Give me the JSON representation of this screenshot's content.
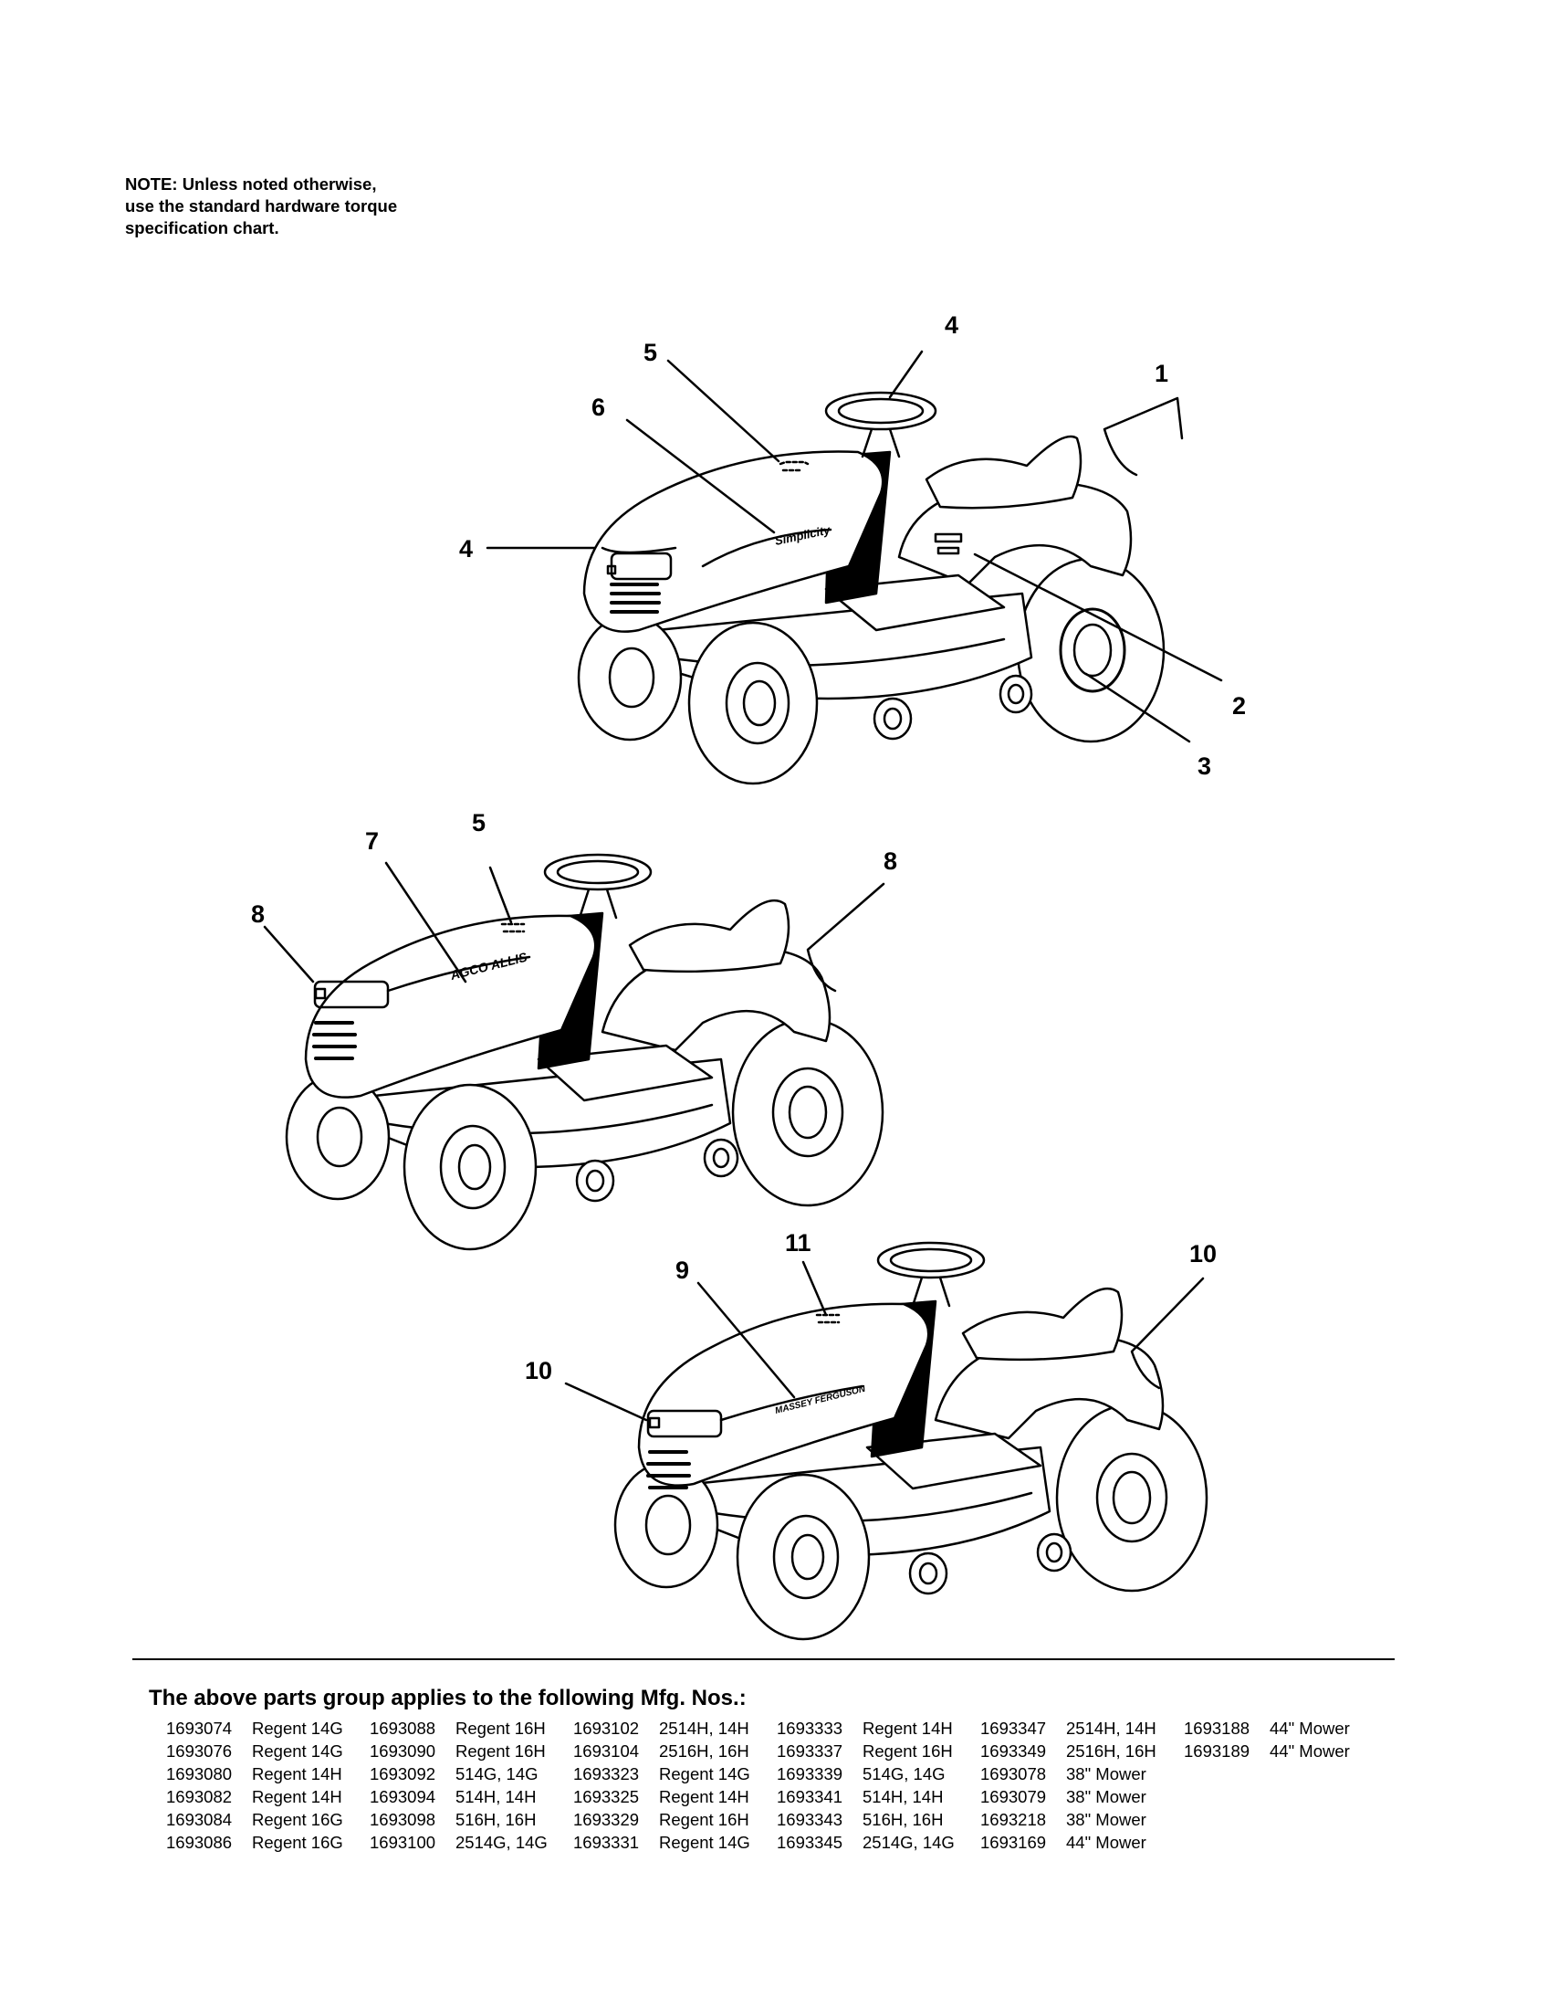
{
  "note": {
    "line1": "NOTE: Unless noted otherwise,",
    "line2": "use the standard hardware torque",
    "line3": "specification chart."
  },
  "callouts": {
    "top": [
      "4",
      "5",
      "1",
      "6",
      "4",
      "2",
      "3"
    ],
    "middle": [
      "5",
      "7",
      "8",
      "8"
    ],
    "bottom": [
      "11",
      "10",
      "9",
      "10"
    ]
  },
  "decals": {
    "simplicity": "Simplicity",
    "agco": "AGCO ALLIS",
    "massey": "MASSEY FERGUSON"
  },
  "applies_title": "The above parts group applies to the following Mfg. Nos.:",
  "mfg_columns": [
    [
      {
        "num": "1693074",
        "model": "Regent 14G"
      },
      {
        "num": "1693076",
        "model": "Regent 14G"
      },
      {
        "num": "1693080",
        "model": "Regent 14H"
      },
      {
        "num": "1693082",
        "model": "Regent 14H"
      },
      {
        "num": "1693084",
        "model": "Regent 16G"
      },
      {
        "num": "1693086",
        "model": "Regent 16G"
      }
    ],
    [
      {
        "num": "1693088",
        "model": "Regent 16H"
      },
      {
        "num": "1693090",
        "model": "Regent 16H"
      },
      {
        "num": "1693092",
        "model": "514G, 14G"
      },
      {
        "num": "1693094",
        "model": "514H, 14H"
      },
      {
        "num": "1693098",
        "model": "516H, 16H"
      },
      {
        "num": "1693100",
        "model": "2514G, 14G"
      }
    ],
    [
      {
        "num": "1693102",
        "model": "2514H, 14H"
      },
      {
        "num": "1693104",
        "model": "2516H, 16H"
      },
      {
        "num": "1693323",
        "model": "Regent 14G"
      },
      {
        "num": "1693325",
        "model": "Regent 14H"
      },
      {
        "num": "1693329",
        "model": "Regent 16H"
      },
      {
        "num": "1693331",
        "model": "Regent 14G"
      }
    ],
    [
      {
        "num": "1693333",
        "model": "Regent 14H"
      },
      {
        "num": "1693337",
        "model": "Regent 16H"
      },
      {
        "num": "1693339",
        "model": "514G, 14G"
      },
      {
        "num": "1693341",
        "model": "514H, 14H"
      },
      {
        "num": "1693343",
        "model": "516H, 16H"
      },
      {
        "num": "1693345",
        "model": "2514G, 14G"
      }
    ],
    [
      {
        "num": "1693347",
        "model": "2514H, 14H"
      },
      {
        "num": "1693349",
        "model": "2516H, 16H"
      },
      {
        "num": "1693078",
        "model": "38\" Mower"
      },
      {
        "num": "1693079",
        "model": "38\" Mower"
      },
      {
        "num": "1693218",
        "model": "38\" Mower"
      },
      {
        "num": "1693169",
        "model": "44\" Mower"
      }
    ],
    [
      {
        "num": "1693188",
        "model": "44\" Mower"
      },
      {
        "num": "1693189",
        "model": "44\" Mower"
      }
    ]
  ]
}
